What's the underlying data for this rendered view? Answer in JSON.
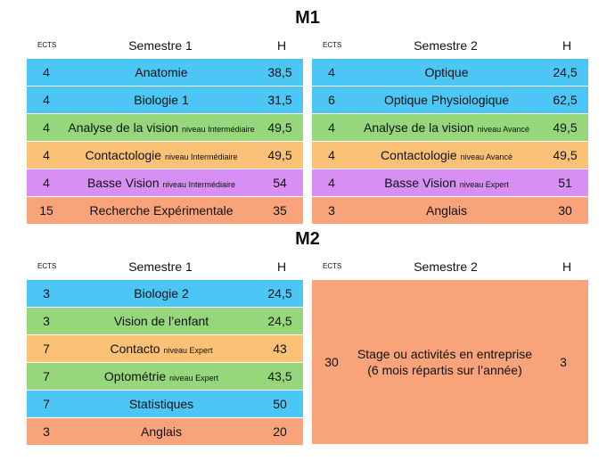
{
  "m1": {
    "title": "M1",
    "s1": {
      "headers": {
        "ects": "ECTS",
        "semester": "Semestre 1",
        "h": "H"
      },
      "rows": [
        {
          "ects": "4",
          "course": "Anatomie",
          "level": "",
          "h": "38,5",
          "color": "#4cc7f5"
        },
        {
          "ects": "4",
          "course": "Biologie 1",
          "level": "",
          "h": "31,5",
          "color": "#4cc7f5"
        },
        {
          "ects": "4",
          "course": "Analyse de la vision",
          "level": "niveau Intermédiaire",
          "h": "49,5",
          "color": "#97d77b"
        },
        {
          "ects": "4",
          "course": "Contactologie",
          "level": "niveau Intermédiaire",
          "h": "49,5",
          "color": "#fbc277"
        },
        {
          "ects": "4",
          "course": "Basse Vision",
          "level": "niveau Intermédiaire",
          "h": "54",
          "color": "#d88ff4"
        },
        {
          "ects": "15",
          "course": "Recherche Expérimentale",
          "level": "",
          "h": "35",
          "color": "#f8a37a"
        }
      ]
    },
    "s2": {
      "headers": {
        "ects": "ECTS",
        "semester": "Semestre 2",
        "h": "H"
      },
      "rows": [
        {
          "ects": "4",
          "course": "Optique",
          "level": "",
          "h": "24,5",
          "color": "#4cc7f5"
        },
        {
          "ects": "6",
          "course": "Optique Physiologique",
          "level": "",
          "h": "62,5",
          "color": "#4cc7f5"
        },
        {
          "ects": "4",
          "course": "Analyse de la vision",
          "level": "niveau Avancé",
          "h": "49,5",
          "color": "#97d77b"
        },
        {
          "ects": "4",
          "course": "Contactologie",
          "level": "niveau Avancé",
          "h": "49,5",
          "color": "#fbc277"
        },
        {
          "ects": "4",
          "course": "Basse Vision",
          "level": "niveau Expert",
          "h": "51",
          "color": "#d88ff4"
        },
        {
          "ects": "3",
          "course": "Anglais",
          "level": "",
          "h": "30",
          "color": "#f8a37a"
        }
      ]
    }
  },
  "m2": {
    "title": "M2",
    "s1": {
      "headers": {
        "ects": "ECTS",
        "semester": "Semestre 1",
        "h": "H"
      },
      "rows": [
        {
          "ects": "3",
          "course": "Biologie 2",
          "level": "",
          "h": "24,5",
          "color": "#4cc7f5"
        },
        {
          "ects": "3",
          "course": "Vision de l’enfant",
          "level": "",
          "h": "24,5",
          "color": "#97d77b"
        },
        {
          "ects": "7",
          "course": "Contacto",
          "level": "niveau Expert",
          "h": "43",
          "color": "#fbc277"
        },
        {
          "ects": "7",
          "course": "Optométrie",
          "level": "niveau Expert",
          "h": "43,5",
          "color": "#97d77b"
        },
        {
          "ects": "7",
          "course": "Statistiques",
          "level": "",
          "h": "50",
          "color": "#4cc7f5"
        },
        {
          "ects": "3",
          "course": "Anglais",
          "level": "",
          "h": "20",
          "color": "#f8a37a"
        }
      ]
    },
    "s2": {
      "headers": {
        "ects": "ECTS",
        "semester": "Semestre 2",
        "h": "H"
      },
      "internship": {
        "ects": "30",
        "line1": "Stage ou activités en entreprise",
        "line2": "(6 mois répartis sur l’année)",
        "h": "3",
        "color": "#f8a37a"
      }
    }
  }
}
